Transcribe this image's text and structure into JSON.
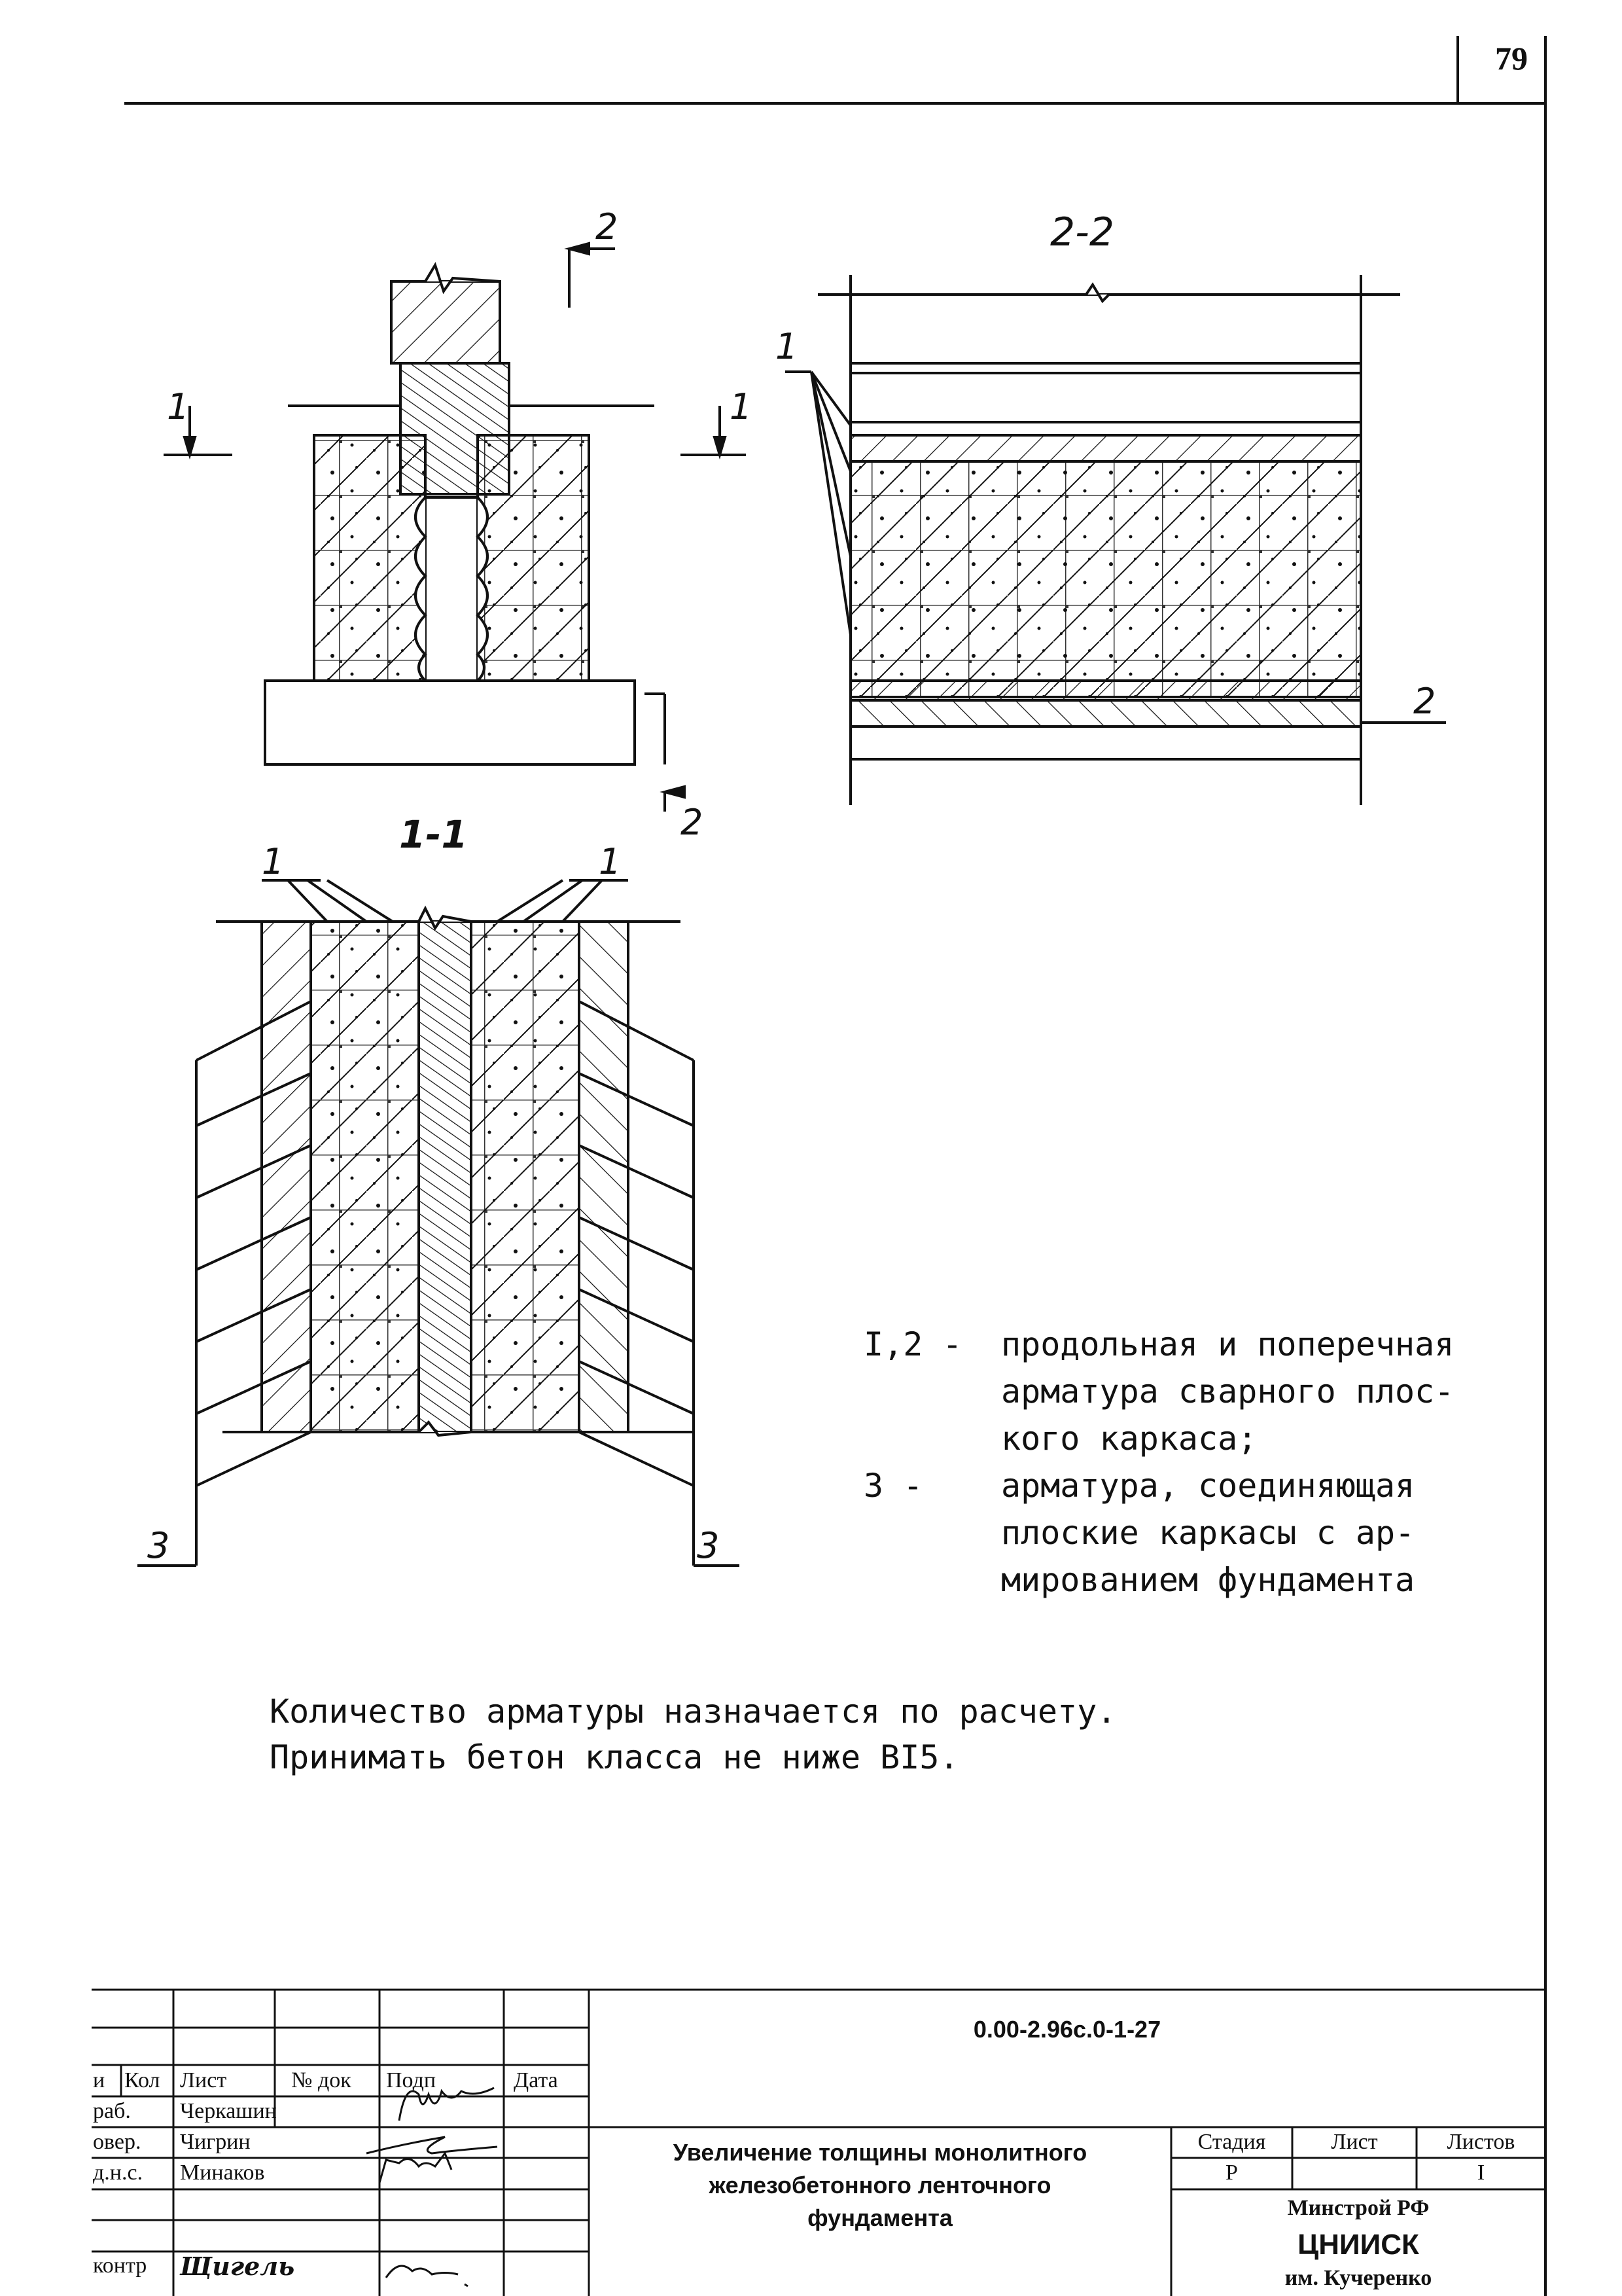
{
  "page_number": "79",
  "drawing": {
    "section_top_label": "2-2",
    "section_bottom_label": "1-1",
    "labels": {
      "one": "1",
      "two": "2",
      "three": "3"
    }
  },
  "legend": {
    "item1_key": "I,2 -",
    "item1_lines": [
      "продольная и поперечная",
      "арматура сварного плос-",
      "кого каркаса;"
    ],
    "item2_key": "3 -",
    "item2_lines": [
      "арматура, соединяющая",
      "плоские каркасы с ар-",
      "мированием фундамента"
    ]
  },
  "notes": [
    "Количество арматуры назначается по расчету.",
    "Принимать бетон класса не ниже BI5."
  ],
  "title_block": {
    "code": "0.00-2.96с.0-1-27",
    "title_lines": [
      "Увеличение толщины монолитного",
      "железобетонного ленточного",
      "фундамента"
    ],
    "header": {
      "izm": "и",
      "kol": "Кол",
      "list": "Лист",
      "ndoc": "№ док",
      "podp": "Подп",
      "data": "Дата"
    },
    "rows": [
      {
        "role": "раб.",
        "name": "Черкашин"
      },
      {
        "role": "овер.",
        "name": "Чигрин"
      },
      {
        "role": "д.н.с.",
        "name": "Минаков"
      },
      {
        "role": "",
        "name": ""
      },
      {
        "role": "контр",
        "name": "Щигель"
      }
    ],
    "stage": {
      "stage_label": "Стадия",
      "sheet_label": "Лист",
      "sheets_label": "Листов",
      "stage_value": "Р",
      "sheet_value": "",
      "sheets_value": "I"
    },
    "org": {
      "line1": "Минстрой РФ",
      "line2": "ЦНИИСК",
      "line3": "им. Кучеренко"
    }
  }
}
